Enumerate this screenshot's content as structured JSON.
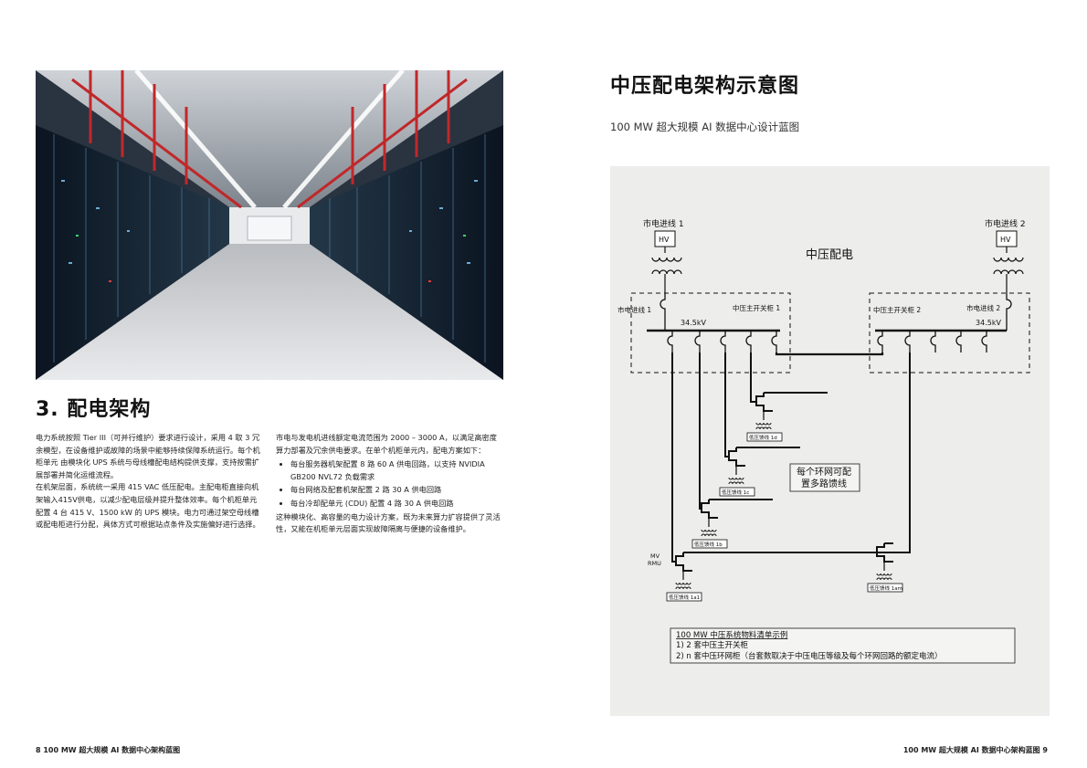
{
  "left_page": {
    "section_title": "3. 配电架构",
    "col1_paragraphs": [
      "电力系统按照 Tier III（可并行维护）要求进行设计，采用 4 取 3 冗余模型，在设备维护或故障的场景中能够持续保障系统运行。每个机柜单元 由模块化 UPS 系统与母线槽配电结构提供支撑，支持按需扩展部署并简化运维流程。",
      "在机架层面，系统统一采用 415 VAC 低压配电。主配电柜直接向机架输入415V供电，以减少配电层级并提升整体效率。每个机柜单元 配置 4 台 415 V、1500 kW 的 UPS 模块。电力可通过架空母线槽或配电柜进行分配，具体方式可根据站点条件及实施偏好进行选择。"
    ],
    "col2_intro": "市电与发电机进线额定电流范围为 2000 – 3000 A，以满足高密度算力部署及冗余供电要求。在单个机柜单元内，配电方案如下：",
    "col2_bullets": [
      "每台服务器机架配置 8 路 60 A 供电回路，以支持 NVIDIA GB200 NVL72 负载需求",
      "每台网络及配套机架配置 2 路 30 A 供电回路",
      "每台冷却配单元 (CDU) 配置 4 路 30 A 供电回路"
    ],
    "col2_outro": "这种模块化、高容量的电力设计方案，既为未来算力扩容提供了灵活性，又能在机柜单元层面实现故障隔离与便捷的设备维护。",
    "footer": "8   100 MW 超大规模 AI 数据中心架构蓝图"
  },
  "right_page": {
    "title": "中压配电架构示意图",
    "subtitle": "100 MW 超大规模 AI 数据中心设计蓝图",
    "footer": "100 MW 超大规模 AI 数据中心架构蓝图   9"
  },
  "diagram": {
    "utility_left": "市电进线 1",
    "utility_right": "市电进线 2",
    "hv": "HV",
    "mv_heading": "中压配电",
    "left_box_utility": "市电进线 1",
    "left_box_switch": "中压主开关柜 1",
    "right_box_switch": "中压主开关柜 2",
    "right_box_utility": "市电进线 2",
    "voltage": "34.5kV",
    "ring_note_line1": "每个环网可配",
    "ring_note_line2": "置多路馈线",
    "mv_rmu_line1": "MV",
    "mv_rmu_line2": "RMU",
    "feeders": [
      "低压馈线 1d",
      "低压馈线 1c",
      "低压馈线 1b",
      "低压馈线 1a1",
      "低压馈线 1am"
    ],
    "bom_title": "100 MW 中压系统物料清单示例",
    "bom_items": [
      "1) 2 套中压主开关柜",
      "2) n 套中压环网柜（台套数取决于中压电压等级及每个环网回路的额定电流）"
    ]
  }
}
